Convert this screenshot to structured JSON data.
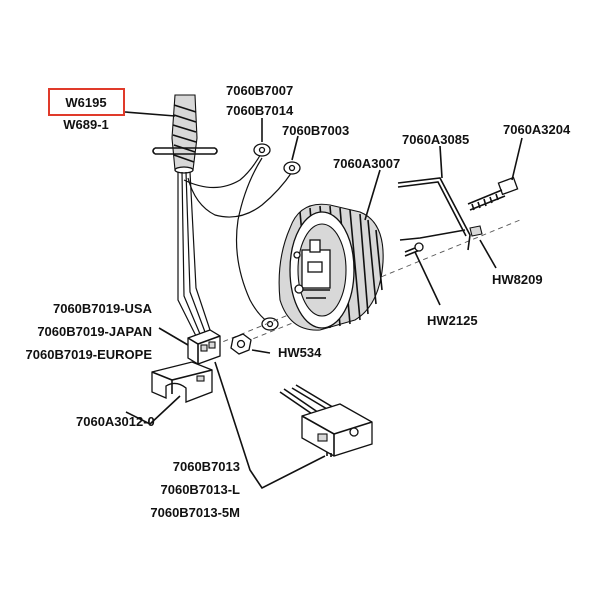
{
  "highlight_color": "#e03a2a",
  "labels": {
    "w6195": "W6195",
    "w689_1": "W689-1",
    "p7060b7007": "7060B7007",
    "p7060b7014": "7060B7014",
    "p7060b7003": "7060B7003",
    "p7060a3085": "7060A3085",
    "p7060a3204": "7060A3204",
    "p7060a3007": "7060A3007",
    "hw8209": "HW8209",
    "hw2125": "HW2125",
    "p7060b7019_usa": "7060B7019-USA",
    "p7060b7019_japan": "7060B7019-JAPAN",
    "p7060b7019_europe": "7060B7019-EUROPE",
    "hw534": "HW534",
    "p7060a3012_0": "7060A3012-0",
    "p7060b7013": "7060B7013",
    "p7060b7013_l": "7060B7013-L",
    "p7060b7013_5m": "7060B7013-5M"
  }
}
